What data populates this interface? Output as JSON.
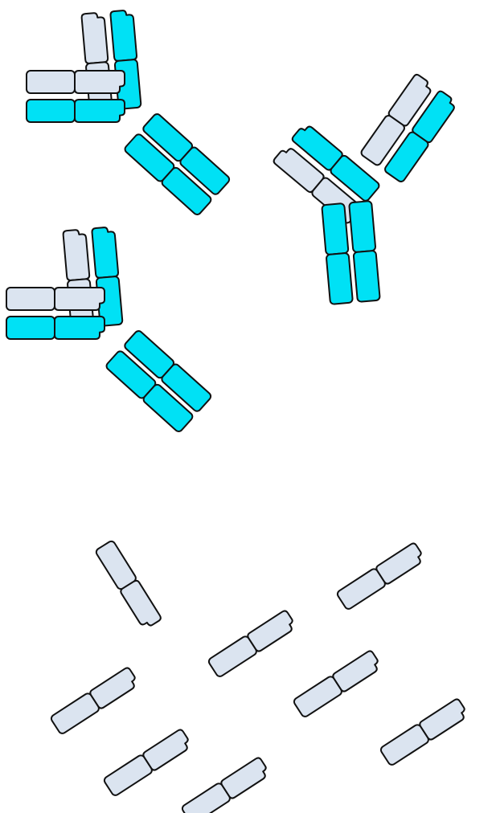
{
  "colors": {
    "heavy_chain": "#00e1f5",
    "light_chain": "#dbe4f0",
    "outline": "#111111",
    "background": "#ffffff"
  },
  "scene": {
    "antibodies": [
      {
        "name": "antibody-1",
        "kind": "y-shaped-antibody"
      },
      {
        "name": "antibody-2",
        "kind": "y-shaped-antibody"
      },
      {
        "name": "antibody-3",
        "kind": "y-shaped-antibody"
      }
    ],
    "free_light_chains": {
      "count": 8,
      "kind": "light-chain"
    }
  }
}
